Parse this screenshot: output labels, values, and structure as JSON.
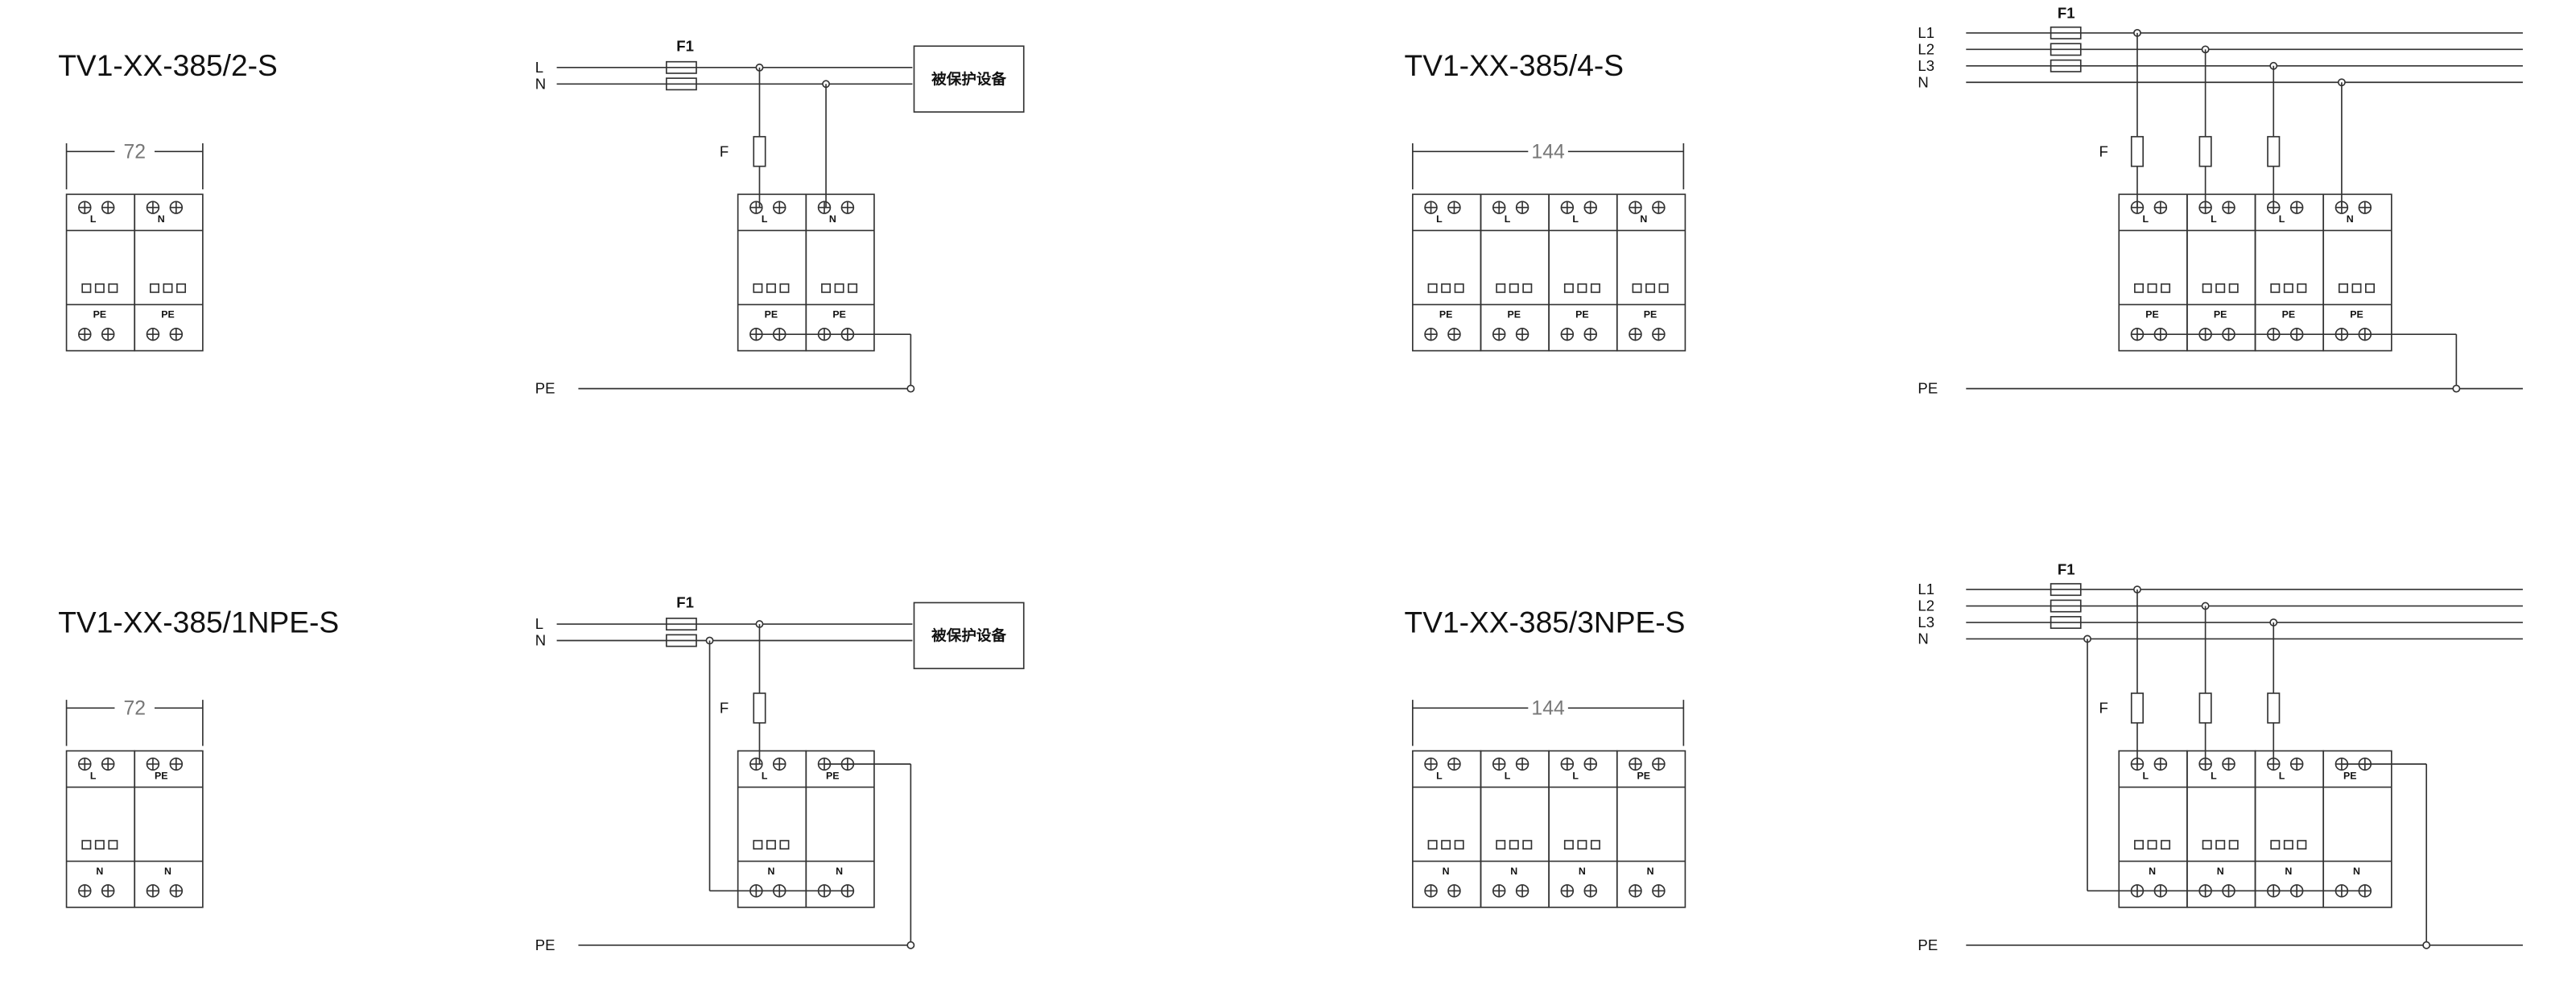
{
  "titles": {
    "tl": "TV1-XX-385/2-S",
    "tr": "TV1-XX-385/4-S",
    "bl": "TV1-XX-385/1NPE-S",
    "br": "TV1-XX-385/3NPE-S"
  },
  "dims": {
    "w72": "72",
    "w144": "144"
  },
  "lines": {
    "L": "L",
    "N": "N",
    "L1": "L1",
    "L2": "L2",
    "L3": "L3",
    "PE": "PE"
  },
  "fuses": {
    "main": "F1",
    "branch": "F"
  },
  "equipment": "被保护设备",
  "terminals": {
    "L": "L",
    "N": "N",
    "PE": "PE"
  }
}
